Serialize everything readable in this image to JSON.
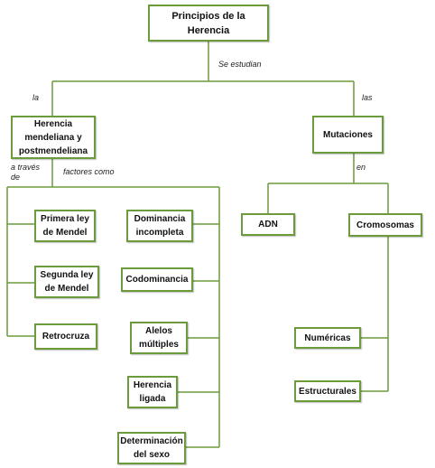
{
  "colors": {
    "box_border": "#6b9b3a",
    "line": "#6b9b3a"
  },
  "nodes": {
    "root": "Principios de la\nHerencia",
    "herencia": "Herencia\nmendeliana y\npostmendeliana",
    "mutaciones": "Mutaciones",
    "primera_ley": "Primera ley\nde Mendel",
    "segunda_ley": "Segunda ley\nde Mendel",
    "retrocruza": "Retrocruza",
    "dominancia": "Dominancia\nincompleta",
    "codominancia": "Codominancia",
    "alelos": "Alelos\nmúltiples",
    "herencia_ligada": "Herencia\nligada",
    "determinacion": "Determinación\ndel sexo",
    "adn": "ADN",
    "cromosomas": "Cromosomas",
    "numericas": "Numéricas",
    "estructurales": "Estructurales"
  },
  "labels": {
    "se_estudian": "Se estudian",
    "la": "la",
    "las": "las",
    "a_traves_de": "a través\nde",
    "factores_como": "factores como",
    "en": "en"
  }
}
